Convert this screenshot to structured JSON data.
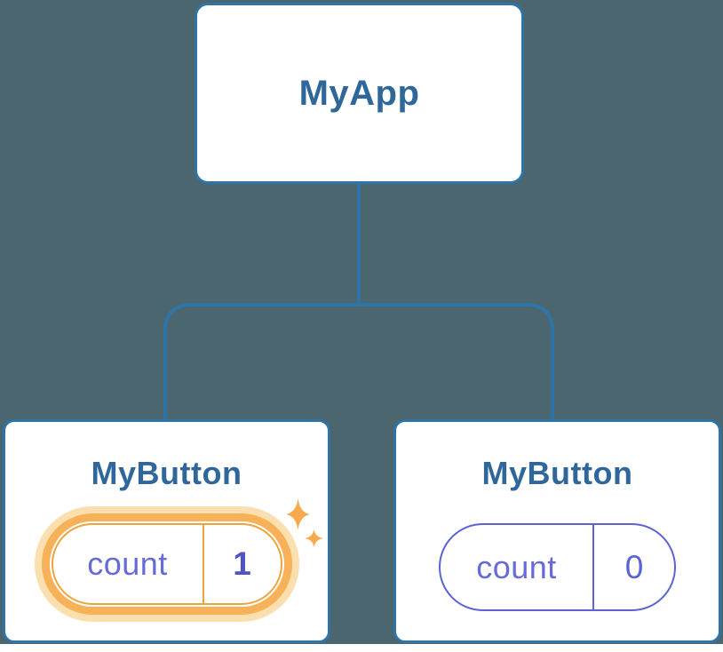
{
  "colors": {
    "page-bg": "#ffffff",
    "panel-bg": "#4c6670",
    "node-bg": "#ffffff",
    "node-border": "#2e74a6",
    "node-label": "#30679b",
    "state-indigo": "#666bd8",
    "state-value-dark": "#4f54c5",
    "state-border-indigo": "#5c63d2",
    "highlight-orange": "#efa33c",
    "highlight-ring": "#f7b259",
    "highlight-halo": "#fbdfae",
    "sparkle-orange": "#f6aa4d"
  },
  "icons": {
    "sparkle_large": "sparkle-icon",
    "sparkle_small": "sparkle-icon"
  },
  "tree": {
    "root": {
      "label": "MyApp"
    },
    "children": [
      {
        "label": "MyButton",
        "highlighted": true,
        "state": {
          "key": "count",
          "value": "1"
        }
      },
      {
        "label": "MyButton",
        "highlighted": false,
        "state": {
          "key": "count",
          "value": "0"
        }
      }
    ]
  }
}
